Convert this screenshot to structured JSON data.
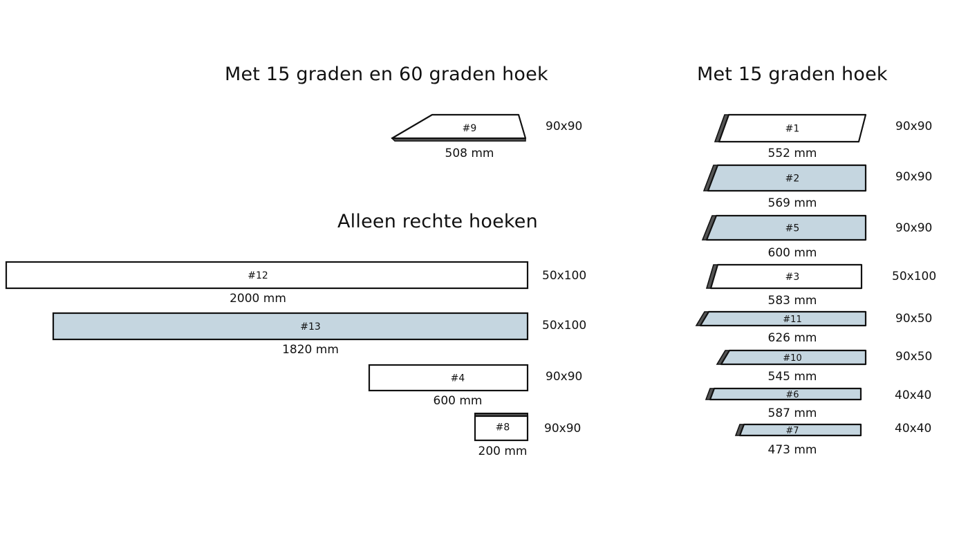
{
  "colors": {
    "outline": "#111111",
    "white_fill": "#ffffff",
    "blue_fill": "#c5d6e0",
    "end_grain": "#555555"
  },
  "sections": [
    {
      "id": "angle-15-60",
      "title": "Met 15 graden en 60 graden hoek"
    },
    {
      "id": "straight",
      "title": "Alleen rechte hoeken"
    },
    {
      "id": "angle-15",
      "title": "Met 15 graden hoek"
    }
  ],
  "pieces": [
    {
      "id": "#9",
      "length": "508 mm",
      "profile": "90x90",
      "fill": "white",
      "cut": "15-60"
    },
    {
      "id": "#12",
      "length": "2000 mm",
      "profile": "50x100",
      "fill": "white",
      "cut": "straight"
    },
    {
      "id": "#13",
      "length": "1820 mm",
      "profile": "50x100",
      "fill": "blue",
      "cut": "straight"
    },
    {
      "id": "#4",
      "length": "600 mm",
      "profile": "90x90",
      "fill": "white",
      "cut": "straight"
    },
    {
      "id": "#8",
      "length": "200 mm",
      "profile": "90x90",
      "fill": "white",
      "cut": "straight"
    },
    {
      "id": "#1",
      "length": "552 mm",
      "profile": "90x90",
      "fill": "white",
      "cut": "15"
    },
    {
      "id": "#2",
      "length": "569 mm",
      "profile": "90x90",
      "fill": "blue",
      "cut": "15"
    },
    {
      "id": "#5",
      "length": "600 mm",
      "profile": "90x90",
      "fill": "blue",
      "cut": "15"
    },
    {
      "id": "#3",
      "length": "583 mm",
      "profile": "50x100",
      "fill": "white",
      "cut": "15"
    },
    {
      "id": "#11",
      "length": "626 mm",
      "profile": "90x50",
      "fill": "blue",
      "cut": "15"
    },
    {
      "id": "#10",
      "length": "545 mm",
      "profile": "90x50",
      "fill": "blue",
      "cut": "15"
    },
    {
      "id": "#6",
      "length": "587 mm",
      "profile": "40x40",
      "fill": "blue",
      "cut": "15"
    },
    {
      "id": "#7",
      "length": "473 mm",
      "profile": "40x40",
      "fill": "blue",
      "cut": "15"
    }
  ]
}
